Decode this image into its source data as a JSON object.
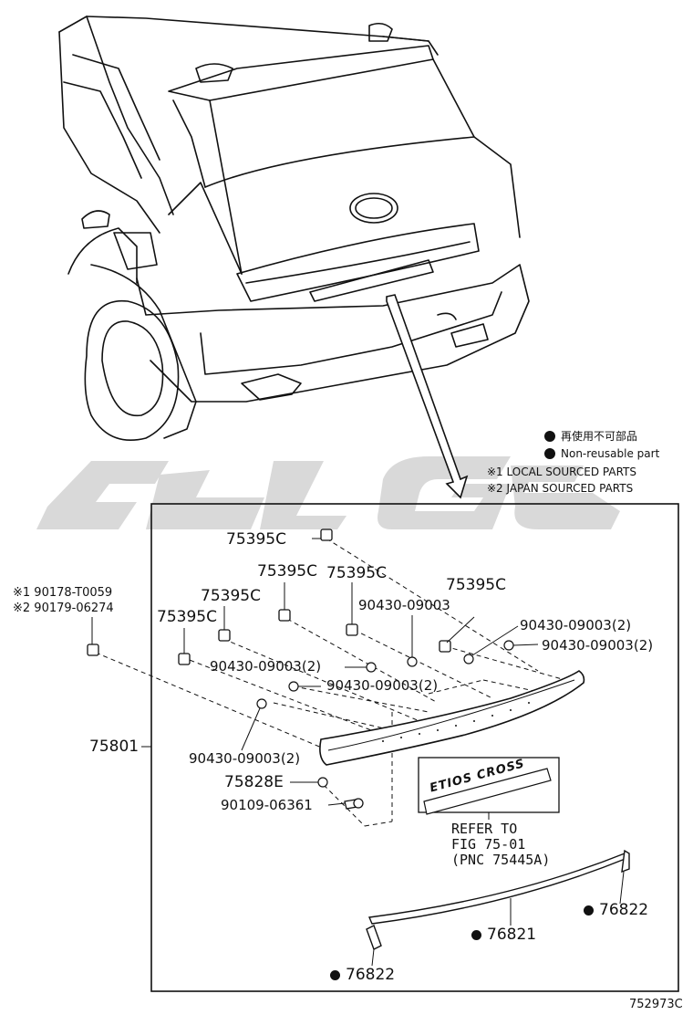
{
  "legend": {
    "jp_nonreusable": "再使用不可部品",
    "nonreusable": "Non-reusable part",
    "note1": "※1 LOCAL SOURCED PARTS",
    "note2": "※2 JAPAN SOURCED PARTS"
  },
  "side_parts": {
    "local": "※1 90178-T0059",
    "japan": "※2 90179-06274"
  },
  "labels": {
    "clip_1": "75395C",
    "clip_2": "75395C",
    "clip_3": "75395C",
    "clip_4": "75395C",
    "clip_5": "75395C",
    "clip_6": "75395C",
    "nut_1": "90430-09003",
    "nut_2": "90430-09003(2)",
    "nut_3": "90430-09003(2)",
    "nut_4": "90430-09003(2)",
    "nut_5": "90430-09003(2)",
    "nut_6": "90430-09003(2)",
    "garnish": "75801",
    "bracket": "75828E",
    "screw": "90109-06361",
    "moulding": "76821",
    "end_cap_right": "76822",
    "end_cap_left": "76822"
  },
  "badge": {
    "text": "ETIOS CROSS"
  },
  "reference": {
    "line1": "REFER TO",
    "line2": "FIG 75-01",
    "line3": "(PNC 75445A)"
  },
  "figure_id": "752973C"
}
